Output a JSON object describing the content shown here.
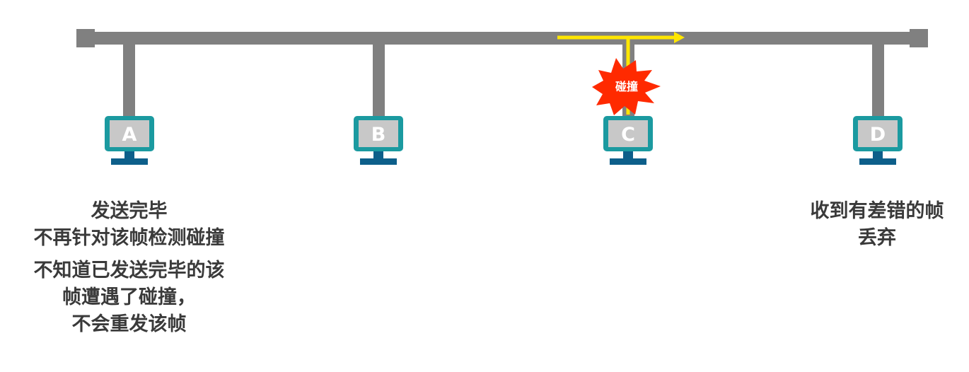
{
  "hosts": [
    {
      "label": "A"
    },
    {
      "label": "B"
    },
    {
      "label": "C"
    },
    {
      "label": "D"
    }
  ],
  "collision": {
    "label": "碰撞",
    "burst_color": "#ff2a00",
    "signal_color": "#ffe600"
  },
  "colors": {
    "bus": "#808080",
    "monitor_frame": "#1b9aa0",
    "monitor_screen": "#c8c8c8",
    "monitor_base": "#0d5f8a",
    "text": "#3a3a3a"
  },
  "captions": {
    "a": {
      "line1": "发送完毕",
      "line2": "不再针对该帧检测碰撞",
      "line3": "不知道已发送完毕的该",
      "line4": "帧遭遇了碰撞，",
      "line5": "不会重发该帧"
    },
    "d": {
      "line1": "收到有差错的帧",
      "line2": "丢弃"
    }
  }
}
